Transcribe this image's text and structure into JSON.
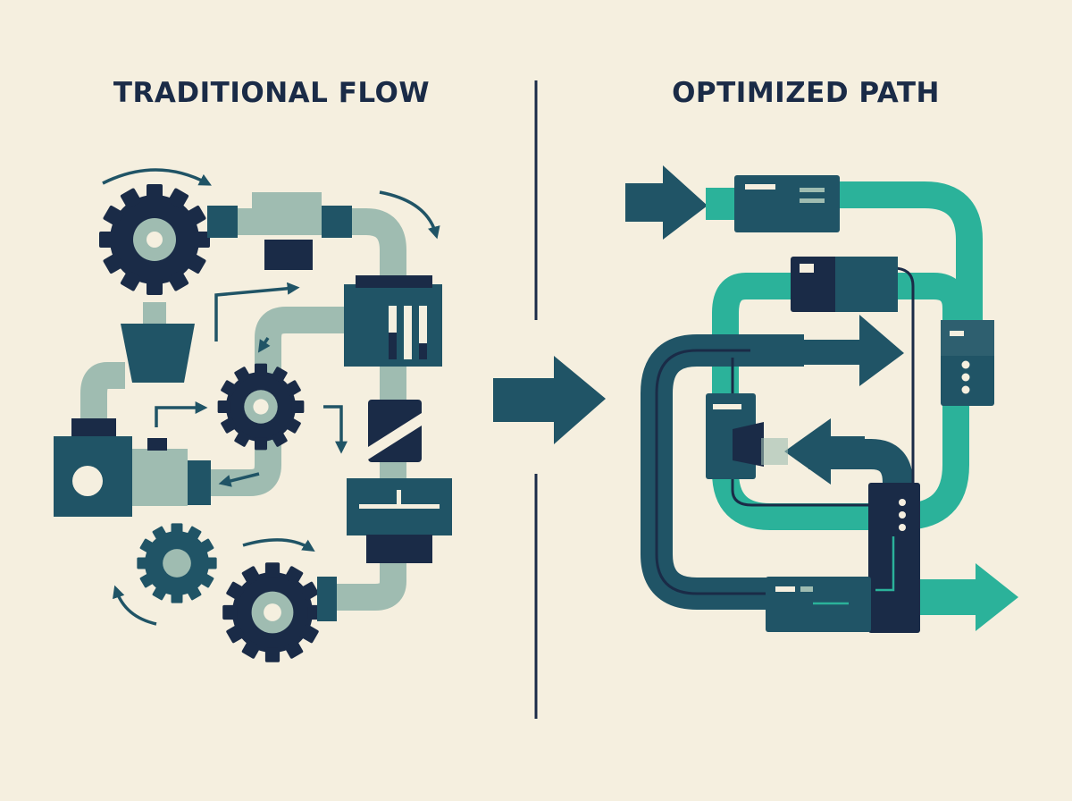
{
  "panels": {
    "left": {
      "title": "TRADITIONAL FLOW"
    },
    "right": {
      "title": "OPTIMIZED PATH"
    }
  },
  "colors": {
    "background": "#f5efdf",
    "navy": "#1a2b47",
    "dark_teal": "#205466",
    "slate_teal": "#2e5f6f",
    "sage": "#9fbcb1",
    "turquoise": "#2bb29a"
  },
  "icons": {
    "divider": "vertical-divider-line",
    "transition": "right-arrow-icon",
    "left_scene": "tangled-gears-and-pipes",
    "right_scene": "looped-teal-conduit-with-modules"
  }
}
